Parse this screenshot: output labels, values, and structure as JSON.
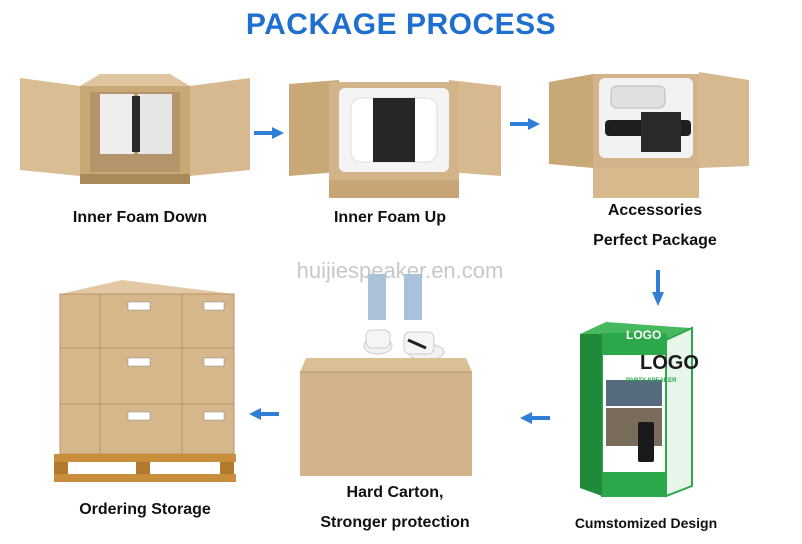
{
  "title": "PACKAGE PROCESS",
  "watermark": "huijiespeaker.en.com",
  "steps": {
    "inner_foam_down": "Inner Foam Down",
    "inner_foam_up": "Inner Foam Up",
    "accessories_line1": "Accessories",
    "accessories_line2": "Perfect Package",
    "customized": "Cumstomized Design",
    "hard_carton_line1": "Hard Carton,",
    "hard_carton_line2": "Stronger protection",
    "ordering_storage": "Ordering Storage"
  },
  "printed_box": {
    "logo_top": "LOGO",
    "logo_main": "LOGO",
    "subtitle": "PARTY SPEAKER"
  },
  "colors": {
    "title": "#1e6fd0",
    "arrow": "#2f7fd6",
    "cardboard": "#d3b48a",
    "cardboard_dark": "#b8966a",
    "foam": "#f4f4f4",
    "printed_box_green": "#2aa84a",
    "pallet_wood": "#c98e3c"
  }
}
